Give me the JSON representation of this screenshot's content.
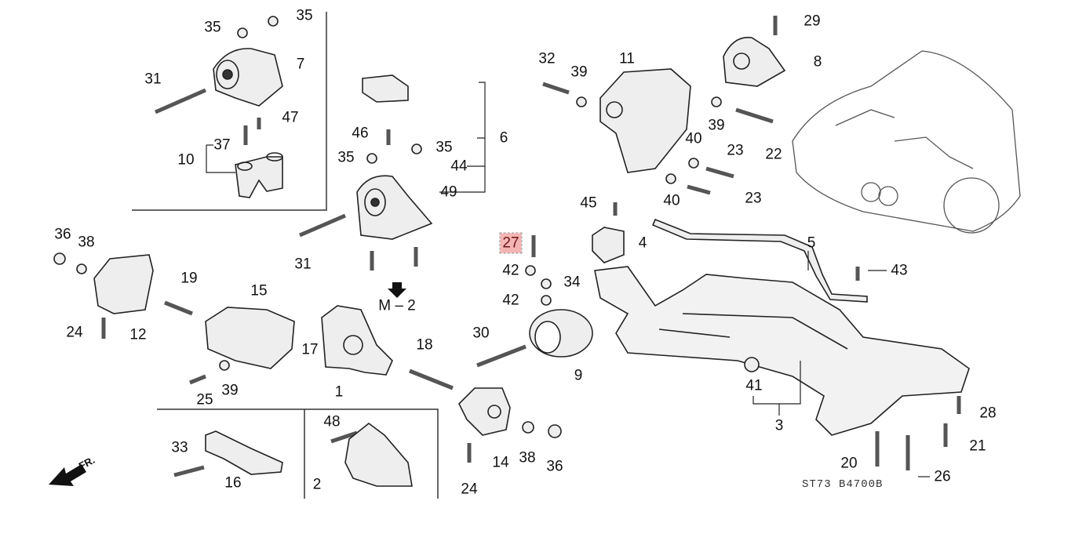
{
  "diagram": {
    "callouts": [
      "35",
      "35",
      "7",
      "31",
      "47",
      "37",
      "10",
      "46",
      "35",
      "6",
      "35",
      "44",
      "49",
      "31",
      "M – 2",
      "32",
      "39",
      "11",
      "29",
      "8",
      "39",
      "40",
      "23",
      "22",
      "23",
      "40",
      "45",
      "27",
      "4",
      "5",
      "42",
      "34",
      "43",
      "42",
      "36",
      "38",
      "19",
      "15",
      "12",
      "24",
      "17",
      "18",
      "30",
      "9",
      "1",
      "41",
      "3",
      "25",
      "39",
      "48",
      "33",
      "16",
      "2",
      "14",
      "38",
      "36",
      "24",
      "28",
      "21",
      "20",
      "26"
    ],
    "highlighted_callout": "27",
    "highlight_color": "#f4b4b4",
    "diagram_code": "ST73  B4700B",
    "direction_label": "FR."
  }
}
